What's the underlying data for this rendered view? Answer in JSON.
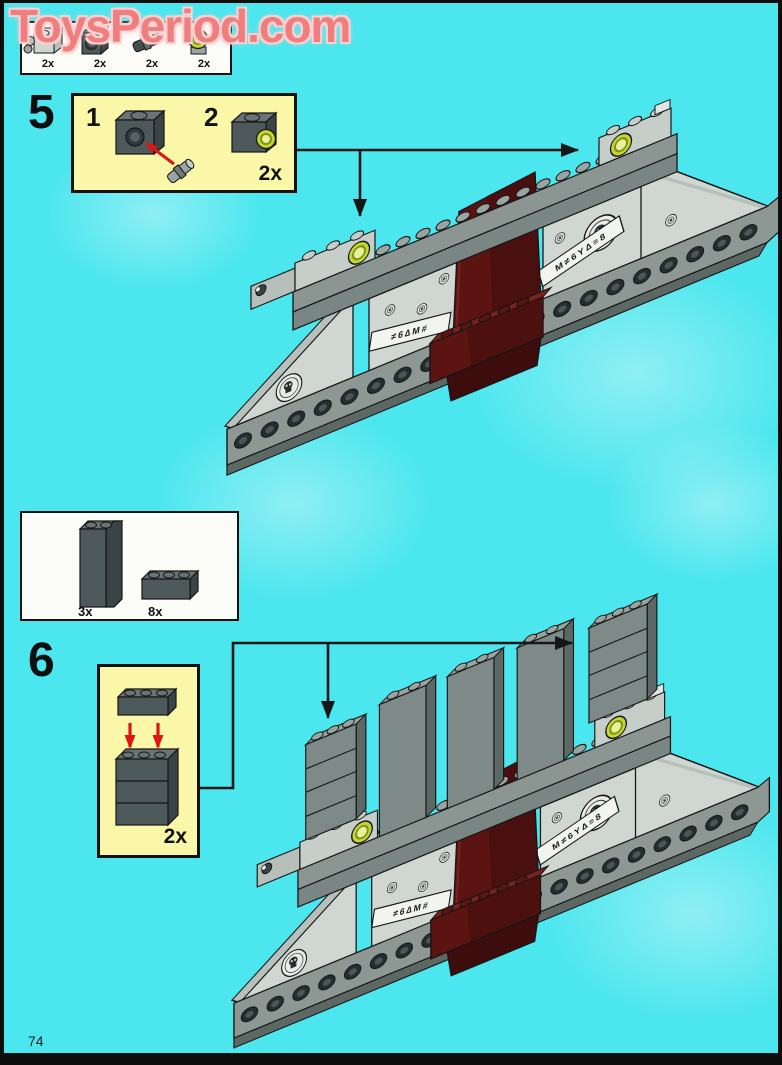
{
  "page": {
    "number": "74"
  },
  "watermark": {
    "text": "ToysPeriod.com"
  },
  "top_parts_box": {
    "items": [
      {
        "part": "light-hinge-brick-assembly",
        "count": "2x"
      },
      {
        "part": "dark-technic-brick-1x1",
        "count": "2x"
      },
      {
        "part": "dark-technic-pin",
        "count": "2x"
      },
      {
        "part": "lime-round-light",
        "count": "2x"
      }
    ]
  },
  "steps": [
    {
      "number": "5",
      "callout": {
        "substeps": [
          {
            "label": "1"
          },
          {
            "label": "2"
          }
        ],
        "count": "2x"
      }
    },
    {
      "number": "6",
      "callout": {
        "count": "2x"
      }
    }
  ],
  "mid_parts_box": {
    "items": [
      {
        "part": "dark-brick-1x2x5",
        "count": "3x"
      },
      {
        "part": "dark-brick-1x3",
        "count": "8x"
      }
    ]
  },
  "decals": {
    "sticker_left": "≠6∆M#",
    "sticker_right": "M≠6Y∆≡8"
  },
  "colors": {
    "bg": "#4be6ee",
    "watermark": "#ef7e7e",
    "watermark_halo": "#fbd0d0",
    "callout_bg": "#fbf7a8",
    "box_bg": "#fbfbf8",
    "ink": "#161616",
    "red_arrow": "#df1414",
    "lime": "#c3d82f",
    "lime_dark": "#7f901c",
    "lime_hi": "#e9f19a",
    "brick_dark": "#4e595b",
    "brick_dark_side": "#3a4446",
    "brick_dark_top": "#687476",
    "pillar": "#7e8a87",
    "pillar_side": "#5c6865",
    "pillar_top": "#9aa5a1",
    "beam": "#8b9693",
    "beam2": "#7a8683",
    "beam_under": "#5d6865",
    "panel": "#d0d7d2",
    "panel_shade": "#b7c0bb",
    "tbeam": "#8d9894",
    "hole": "#242e30",
    "hole_in": "#4b5658",
    "red": "#5c1412",
    "red_dark": "#3c0d0c",
    "red_hi": "#7c221c",
    "lamp": "#c6cec9",
    "lamp2": "#b7bfba",
    "stud_top": "#9aa4a0"
  }
}
